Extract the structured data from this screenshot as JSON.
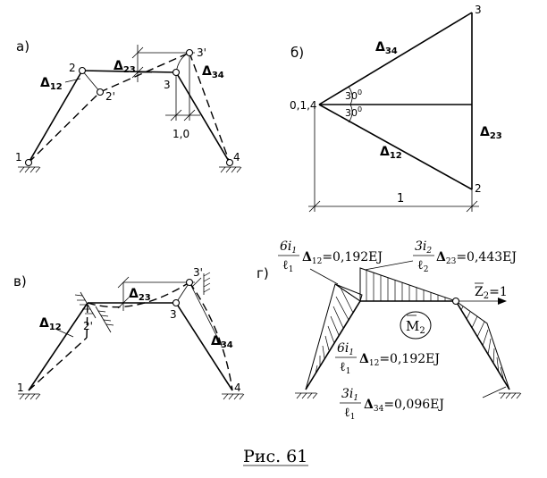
{
  "panels": {
    "a": {
      "label": "а)",
      "nodes": {
        "n1": "1",
        "n2": "2",
        "n2p": "2'",
        "n3": "3",
        "n3p": "3'",
        "n4": "4"
      },
      "d12": "Δ",
      "d12_sub": "12",
      "d23": "Δ",
      "d23_sub": "23",
      "d34": "Δ",
      "d34_sub": "34",
      "dim": "1,0"
    },
    "b": {
      "label": "б)",
      "origin": "0,1,4",
      "p3": "3",
      "p2": "2",
      "d34": "Δ",
      "d34_sub": "34",
      "d23": "Δ",
      "d23_sub": "23",
      "d12": "Δ",
      "d12_sub": "12",
      "angle_top": "30",
      "angle_bottom": "30",
      "deg": "0",
      "base": "1"
    },
    "v": {
      "label": "в)",
      "nodes": {
        "n1": "1",
        "n2": "2",
        "n2p": "2'",
        "n3": "3",
        "n3p": "3'",
        "n4": "4"
      },
      "d12": "Δ",
      "d12_sub": "12",
      "d23": "Δ",
      "d23_sub": "23",
      "d34": "Δ",
      "d34_sub": "34"
    },
    "g": {
      "label": "г)",
      "e1": {
        "num": "6i",
        "num_sub": "1",
        "den": "ℓ",
        "den_sub": "1",
        "d": "Δ",
        "d_sub": "12",
        "val": "=0,192EJ"
      },
      "e2": {
        "num": "3i",
        "num_sub": "2",
        "den": "ℓ",
        "den_sub": "2",
        "d": "Δ",
        "d_sub": "23",
        "val": "=0,443EJ"
      },
      "e3": {
        "num": "6i",
        "num_sub": "1",
        "den": "ℓ",
        "den_sub": "1",
        "d": "Δ",
        "d_sub": "12",
        "val": "=0,192EJ"
      },
      "e4": {
        "num": "3i",
        "num_sub": "1",
        "den": "ℓ",
        "den_sub": "1",
        "d": "Δ",
        "d_sub": "34",
        "val": "=0,096EJ"
      },
      "z": "Z",
      "z_sub": "2",
      "z_val": "=1",
      "m": "M",
      "m_sub": "2"
    }
  },
  "caption": "Рис. 61"
}
